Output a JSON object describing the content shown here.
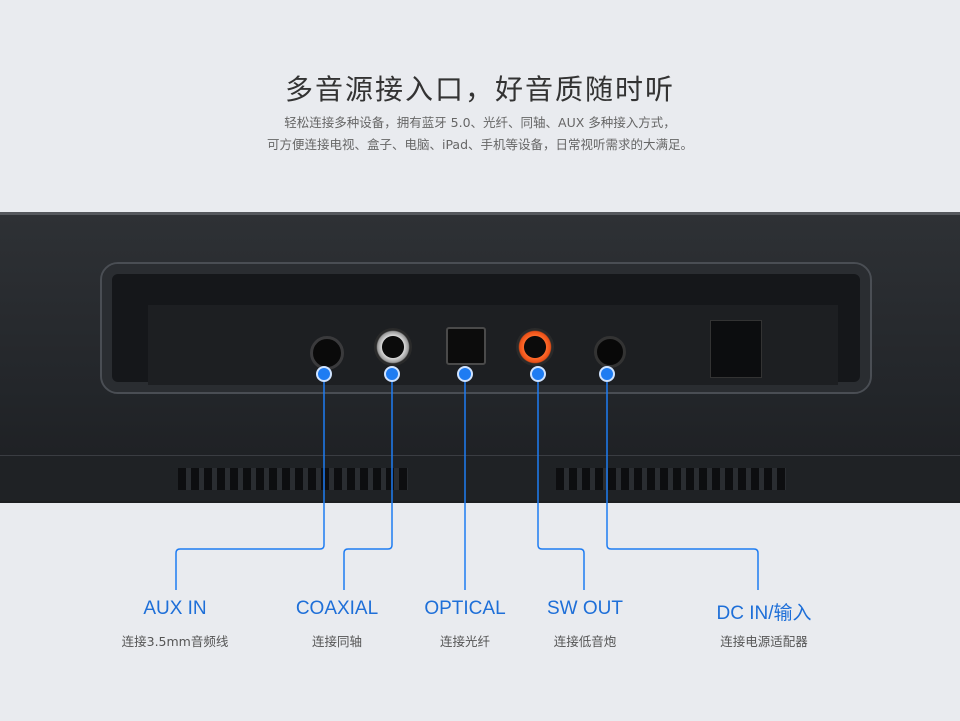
{
  "heading": {
    "title": "多音源接入口，好音质随时听",
    "line1": "轻松连接多种设备，拥有蓝牙 5.0、光纤、同轴、AUX 多种接入方式，",
    "line2": "可方便连接电视、盒子、电脑、iPad、手机等设备，日常视听需求的大满足。"
  },
  "ports": [
    {
      "label": "AUX IN",
      "desc": "连接3.5mm音频线"
    },
    {
      "label": "COAXIAL",
      "desc": "连接同轴"
    },
    {
      "label": "OPTICAL",
      "desc": "连接光纤"
    },
    {
      "label": "SW OUT",
      "desc": "连接低音炮"
    },
    {
      "label": "DC IN/输入",
      "desc": "连接电源适配器"
    }
  ],
  "colors": {
    "accent": "#1e7cf2",
    "label": "#1e6fd8",
    "sw_out_ring": "#ff6a2b"
  }
}
